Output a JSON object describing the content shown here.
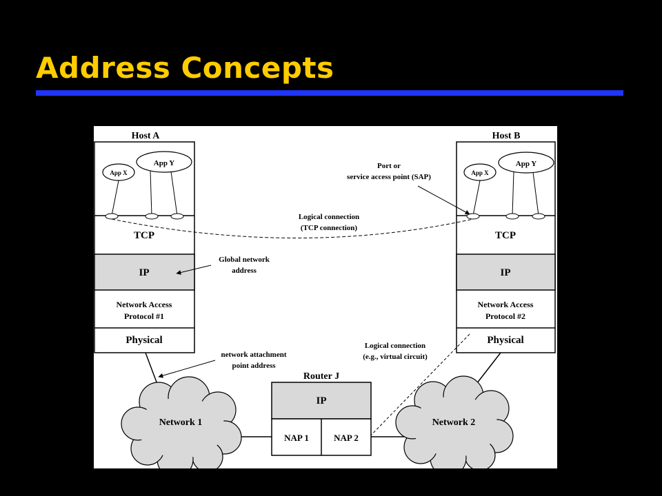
{
  "slide": {
    "title": "Address Concepts"
  },
  "host_a": {
    "label": "Host A",
    "app_x": "App X",
    "app_y": "App Y",
    "layers": {
      "tcp": "TCP",
      "ip": "IP",
      "nap_line1": "Network Access",
      "nap_line2": "Protocol #1",
      "physical": "Physical"
    }
  },
  "host_b": {
    "label": "Host B",
    "app_x": "App X",
    "app_y": "App Y",
    "layers": {
      "tcp": "TCP",
      "ip": "IP",
      "nap_line1": "Network Access",
      "nap_line2": "Protocol #2",
      "physical": "Physical"
    }
  },
  "router": {
    "label": "Router J",
    "ip": "IP",
    "nap1": "NAP 1",
    "nap2": "NAP 2"
  },
  "networks": {
    "net1": "Network 1",
    "net2": "Network 2"
  },
  "annotations": {
    "sap_line1": "Port or",
    "sap_line2": "service access point (SAP)",
    "tcp_conn_line1": "Logical connection",
    "tcp_conn_line2": "(TCP connection)",
    "global_line1": "Global network",
    "global_line2": "address",
    "nap_addr_line1": "network attachment",
    "nap_addr_line2": "point address",
    "vc_line1": "Logical connection",
    "vc_line2": "(e.g., virtual circuit)"
  },
  "colors": {
    "title": "#ffcc00",
    "rule": "#1f35ff",
    "layer_fill": "#d9d9d9"
  }
}
